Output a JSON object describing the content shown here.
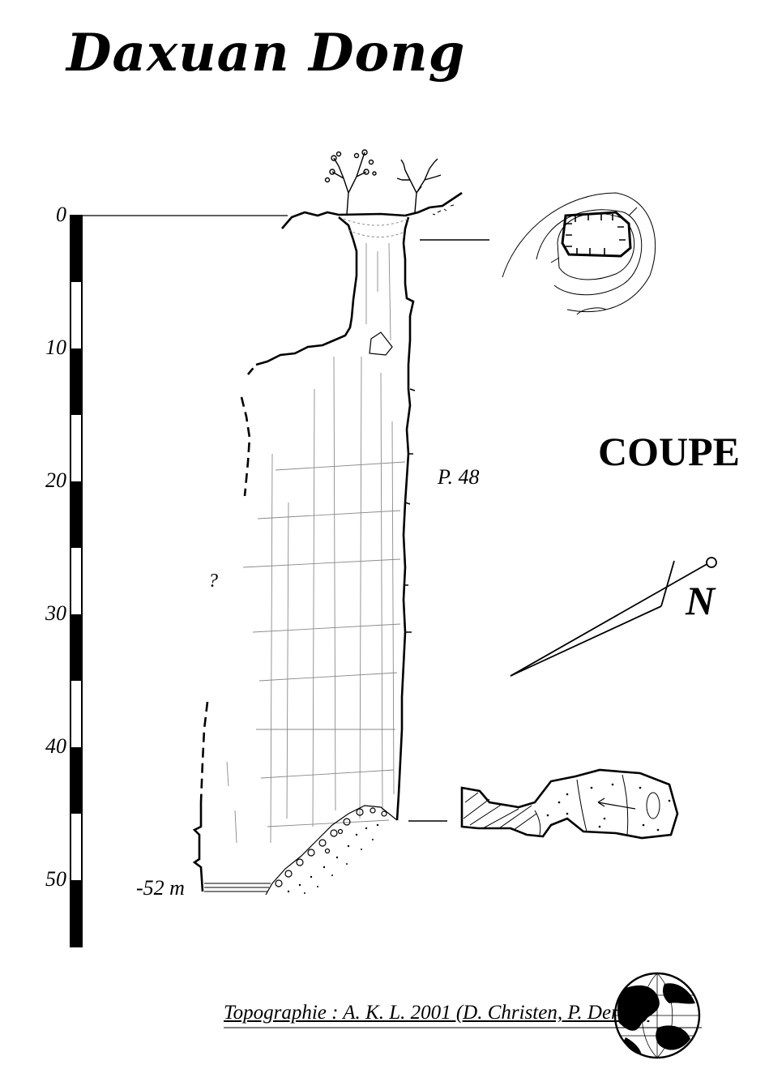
{
  "title": "Daxuan Dong",
  "section_label": "COUPE",
  "north_label": "N",
  "pitch_label": "P. 48",
  "unknown_mark": "?",
  "bottom_depth": "-52 m",
  "scale": {
    "ticks": [
      "0",
      "10",
      "20",
      "30",
      "40",
      "50"
    ]
  },
  "credit": "Topographie : A. K. L. 2001 (D. Christen, P. Deriaz)",
  "icons": {
    "tree": "tree-icon",
    "globe": "globe-logo-icon",
    "north_arrow": "north-arrow-icon"
  },
  "colors": {
    "ink": "#000000",
    "paper": "#ffffff",
    "light_ink": "#8a8a8a"
  }
}
